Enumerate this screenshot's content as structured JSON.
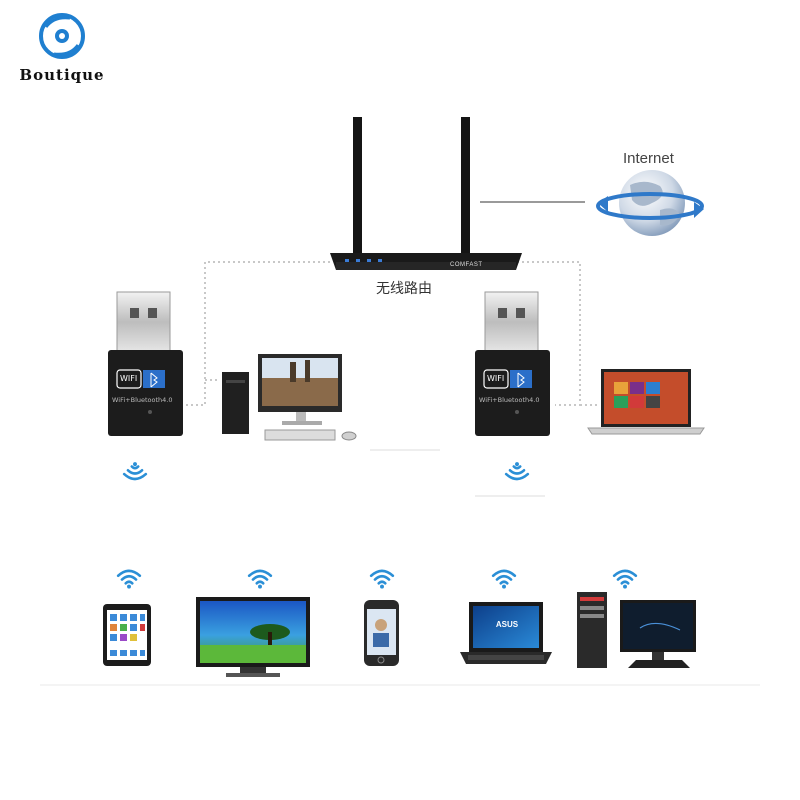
{
  "branding": {
    "logo_text": "Boutique"
  },
  "router": {
    "label": "无线路由",
    "brand": "COMFAST"
  },
  "internet": {
    "label": "Internet"
  },
  "dongles": [
    {
      "badge": "WIFI",
      "caption": "WiFi+Bluetooth4.0"
    },
    {
      "badge": "WIFI",
      "caption": "WiFi+Bluetooth4.0"
    }
  ],
  "devices": [
    {
      "name": "tablet"
    },
    {
      "name": "tv"
    },
    {
      "name": "smartphone"
    },
    {
      "name": "laptop",
      "brand": "ASUS"
    },
    {
      "name": "desktop-pc"
    }
  ],
  "colors": {
    "wifi_icon": "#2b8fd6",
    "dashed_line": "#c8c8c8",
    "router_body": "#1a1a1a",
    "led": "#3a7bd5"
  }
}
